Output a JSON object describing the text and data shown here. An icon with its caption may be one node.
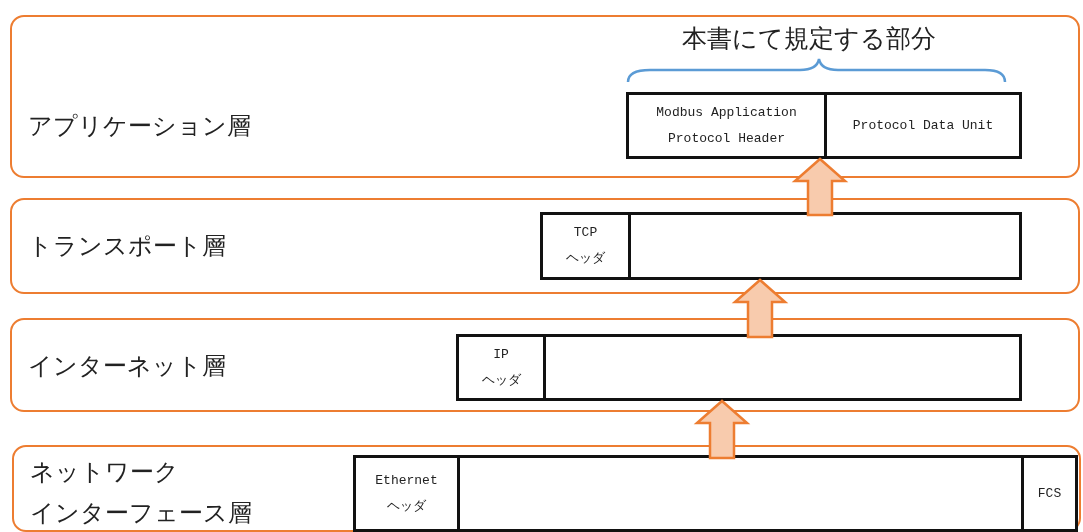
{
  "diagram": {
    "nodes": [
      {
        "text": [
          "アプリケーション層"
        ]
      },
      {
        "text": [],
        "shape": "box",
        "in": 0
      },
      {
        "text": [
          "Modbus Application Protocol Header"
        ],
        "in": 1
      },
      {
        "text": [
          "Protocol Data Unit"
        ],
        "in": 1
      },
      {
        "text": [
          "トランスポート層"
        ]
      },
      {
        "text": [],
        "shape": "box",
        "in": 4
      },
      {
        "text": [
          "TCP ヘッダ"
        ],
        "in": 5
      },
      {
        "text": [],
        "shape": "box",
        "in": 5
      },
      {
        "text": [
          "インターネット層"
        ]
      },
      {
        "text": [],
        "shape": "box",
        "in": 8
      },
      {
        "text": [
          "IP ヘッダ"
        ],
        "in": 9
      },
      {
        "text": [],
        "shape": "box",
        "in": 9
      },
      {
        "text": [
          "ネットワーク",
          "インターフェース層"
        ]
      },
      {
        "text": [],
        "shape": "box",
        "in": 12
      },
      {
        "text": [
          "Ethernet ヘッダ"
        ],
        "in": 13
      },
      {
        "text": [],
        "shape": "box",
        "in": 13
      },
      {
        "text": [
          "FCS"
        ],
        "in": 13
      }
    ],
    "edges": [
      {
        "from": 7,
        "to": 1,
        "arrow": "to"
      },
      {
        "from": 11,
        "to": 5,
        "arrow": "to"
      },
      {
        "from": 15,
        "to": 9,
        "arrow": "to"
      }
    ],
    "labels": [
      "本書にて規定する部分"
    ]
  }
}
